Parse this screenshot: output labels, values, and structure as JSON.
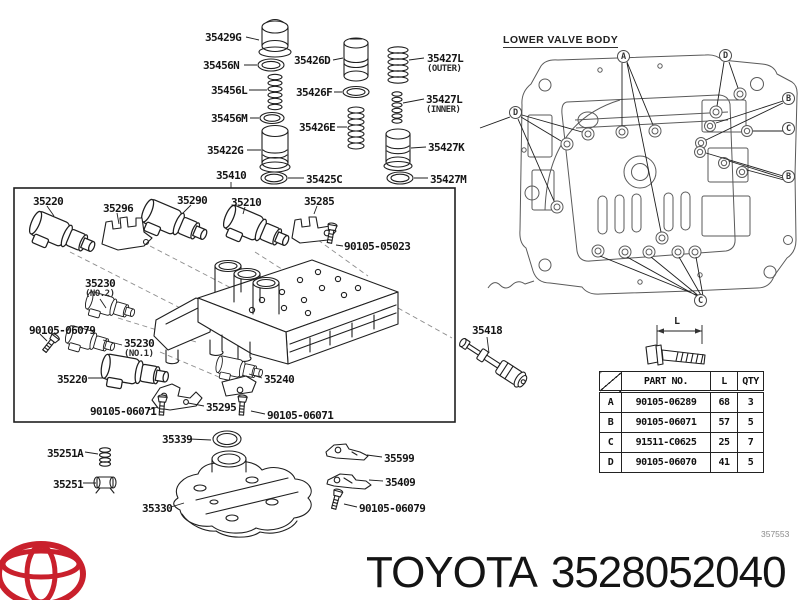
{
  "colors": {
    "toyota_red": "#c9202c",
    "line": "#1f1f1f"
  },
  "sections": {
    "lower_valve_body_title": "LOWER VALVE BODY"
  },
  "parts": {
    "p35429g": "35429G",
    "p35456n": "35456N",
    "p35426d": "35426D",
    "p35427l_outer": "35427L",
    "p35427l_outer_sub": "(OUTER)",
    "p35456l": "35456L",
    "p35426f": "35426F",
    "p35427l_inner": "35427L",
    "p35427l_inner_sub": "(INNER)",
    "p35456m": "35456M",
    "p35426e": "35426E",
    "p35422g": "35422G",
    "p35427k": "35427K",
    "p35410": "35410",
    "p35425c": "35425C",
    "p35427m": "35427M",
    "p35220_top": "35220",
    "p35296": "35296",
    "p35290": "35290",
    "p35210": "35210",
    "p35285": "35285",
    "p90105_05023": "90105-05023",
    "p35230_no2": "35230",
    "p35230_no2_sub": "(NO.2)",
    "p90105_06079_a": "90105-06079",
    "p35230_no1": "35230",
    "p35230_no1_sub": "(NO.1)",
    "p35220_bottom": "35220",
    "p35240": "35240",
    "p35295": "35295",
    "p90105_06071_a": "90105-06071",
    "p90105_06071_b": "90105-06071",
    "p35251a": "35251A",
    "p35251": "35251",
    "p35339": "35339",
    "p35599": "35599",
    "p35409": "35409",
    "p35330": "35330",
    "p90105_06079_b": "90105-06079",
    "p35418": "35418"
  },
  "callouts": {
    "a": "A",
    "b": "B",
    "c": "C",
    "d": "D"
  },
  "bolt_diagram": {
    "dim_label": "L"
  },
  "bolt_table": {
    "headers": {
      "part_no": "PART NO.",
      "length": "L",
      "qty": "QTY"
    },
    "rows": [
      {
        "key": "A",
        "part_no": "90105-06289",
        "length": "68",
        "qty": "3"
      },
      {
        "key": "B",
        "part_no": "90105-06071",
        "length": "57",
        "qty": "5"
      },
      {
        "key": "C",
        "part_no": "91511-C0625",
        "length": "25",
        "qty": "7"
      },
      {
        "key": "D",
        "part_no": "90105-06070",
        "length": "41",
        "qty": "5"
      }
    ]
  },
  "footer": {
    "brand": "TOYOTA",
    "part_number": "3528052040",
    "doc_code": "357553"
  }
}
